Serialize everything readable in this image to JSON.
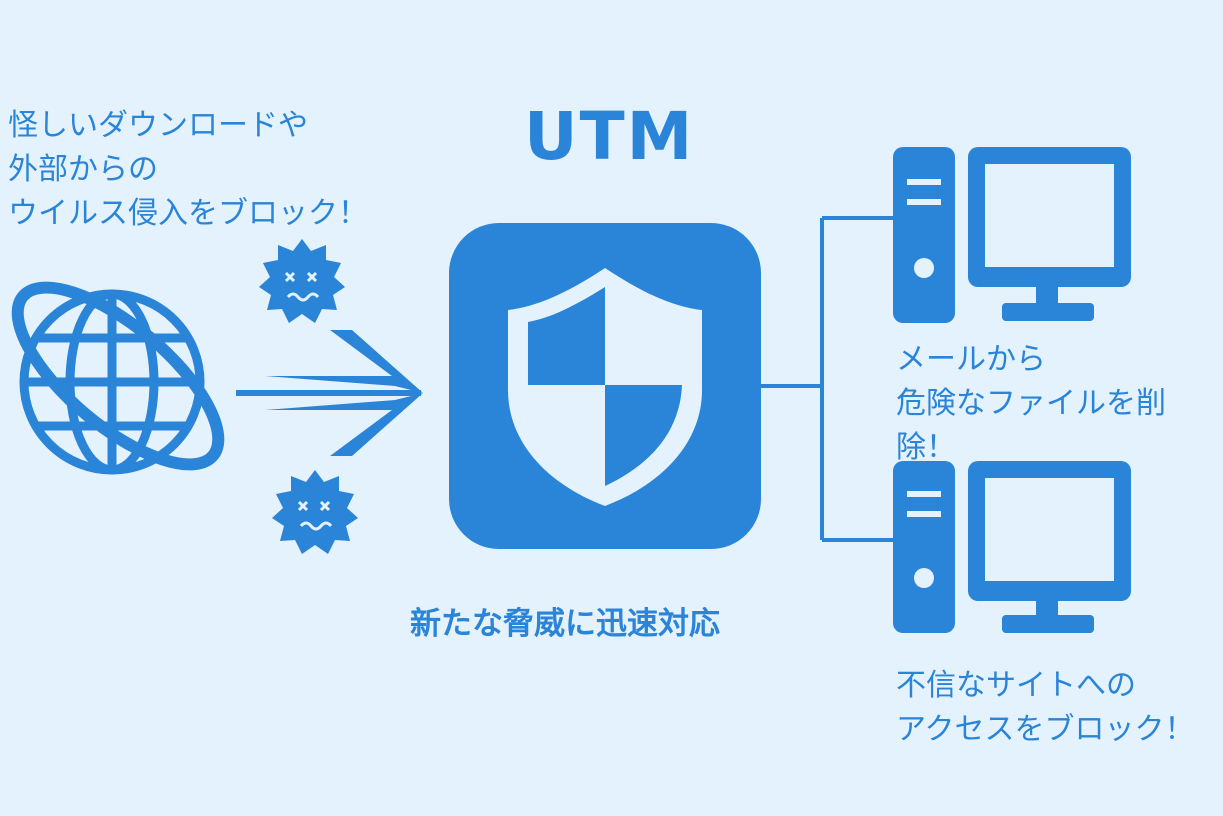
{
  "title": "UTM",
  "subtitle": "新たな脅威に迅速対応",
  "left_note": "怪しいダウンロードや\n外部からの\nウイルス侵入をブロック！",
  "right_notes": [
    "メールから\n危険なファイルを削除！",
    "不信なサイトへの\nアクセスをブロック！"
  ],
  "icons": [
    "globe-icon",
    "virus-icon",
    "arrow-icon",
    "shield-icon",
    "computer-icon"
  ],
  "colors": {
    "background": "#e3f2fc",
    "accent": "#2a84d8"
  }
}
